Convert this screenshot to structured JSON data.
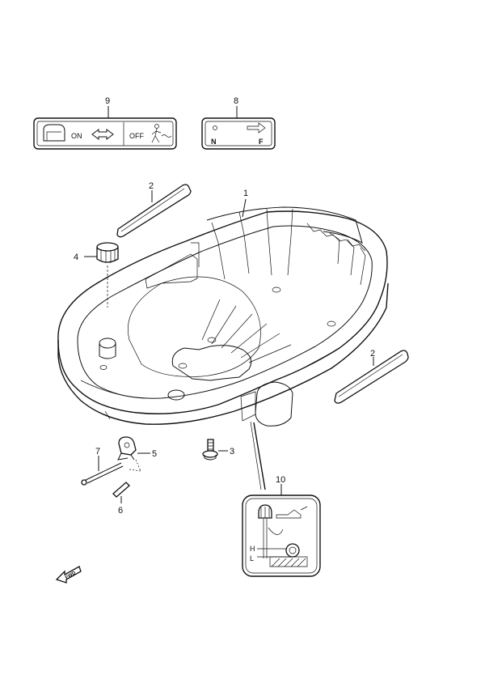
{
  "callouts": {
    "c1": "1",
    "c2a": "2",
    "c2b": "2",
    "c3": "3",
    "c4": "4",
    "c5": "5",
    "c6": "6",
    "c7": "7",
    "c8": "8",
    "c9": "9",
    "c10": "10"
  },
  "decal_9": {
    "on_text": "ON",
    "off_text": "OFF"
  },
  "decal_8": {
    "n_text": "N",
    "f_text": "F"
  },
  "decal_10": {
    "h_text": "H",
    "l_text": "L"
  },
  "fwd_label": "FWD"
}
